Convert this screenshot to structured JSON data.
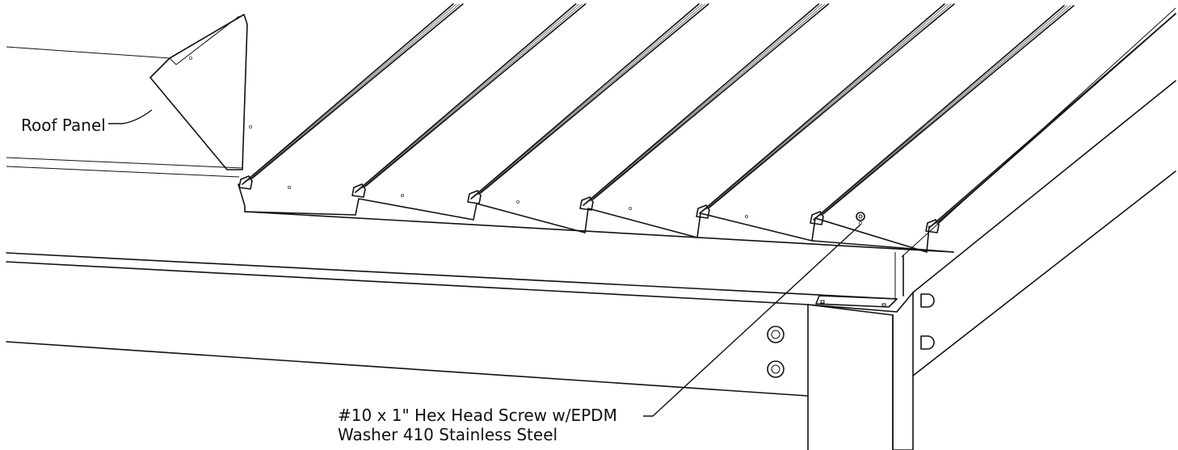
{
  "callouts": {
    "roof_panel": "Roof Panel",
    "screw_line1": "#10 x 1\" Hex Head Screw w/EPDM",
    "screw_line2": "Washer 410 Stainless Steel"
  }
}
